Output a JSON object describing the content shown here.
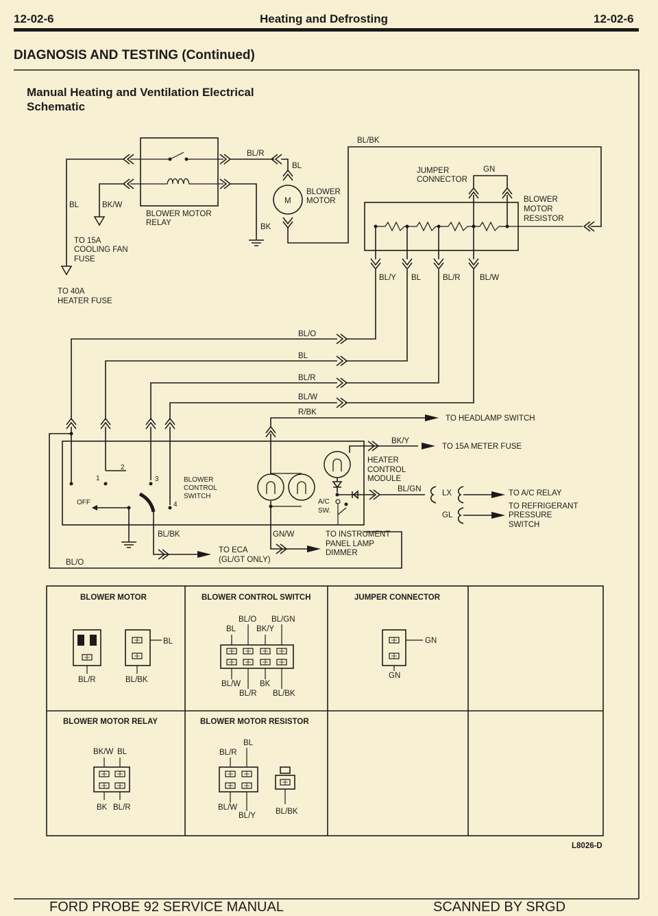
{
  "header": {
    "page_left": "12-02-6",
    "title": "Heating and Defrosting",
    "page_right": "12-02-6"
  },
  "section_title": "DIAGNOSIS AND TESTING (Continued)",
  "schematic": {
    "title": "Manual Heating and Ventilation Electrical Schematic",
    "labels": {
      "bl_r_top": "BL/R",
      "bl_bk_top": "BL/BK",
      "bl_motor": "BL",
      "bl_left": "BL",
      "bk_w": "BK/W",
      "relay": [
        "BLOWER MOTOR",
        "RELAY"
      ],
      "bk_ground": "BK",
      "motor_m": "M",
      "motor": [
        "BLOWER",
        "MOTOR"
      ],
      "jumper": [
        "JUMPER",
        "CONNECTOR"
      ],
      "gn": "GN",
      "resistor": [
        "BLOWER",
        "MOTOR",
        "RESISTOR"
      ],
      "fan_fuse": [
        "TO 15A",
        "COOLING FAN",
        "FUSE"
      ],
      "heater_fuse": [
        "TO 40A",
        "HEATER FUSE"
      ],
      "res_bl_y": "BL/Y",
      "res_bl": "BL",
      "res_bl_r": "BL/R",
      "res_bl_w": "BL/W",
      "bus_bl_o": "BL/O",
      "bus_bl": "BL",
      "bus_bl_r": "BL/R",
      "bus_bl_w": "BL/W",
      "r_bk": "R/BK",
      "headlamp": "TO HEADLAMP SWITCH",
      "bk_y": "BK/Y",
      "meter_fuse": "TO 15A METER FUSE",
      "hcm": [
        "HEATER",
        "CONTROL",
        "MODULE"
      ],
      "bl_gn": "BL/GN",
      "lx": "LX",
      "ac_relay": "TO A/C RELAY",
      "gl": "GL",
      "pressure": [
        "TO REFRIGERANT",
        "PRESSURE",
        "SWITCH"
      ],
      "ac_sw": [
        "A/C",
        "SW."
      ],
      "switch_name": [
        "BLOWER",
        "CONTROL",
        "SWITCH"
      ],
      "pos1": "1",
      "pos2": "2",
      "pos3": "3",
      "pos4": "4",
      "off": "OFF",
      "bl_bk_bottom": "BL/BK",
      "eca": [
        "TO ECA",
        "(GL/GT ONLY)"
      ],
      "gn_w": "GN/W",
      "dimmer": [
        "TO INSTRUMENT",
        "PANEL LAMP",
        "DIMMER"
      ],
      "bl_o_bottom": "BL/O"
    }
  },
  "connectors": {
    "blower_motor": {
      "title": "BLOWER MOTOR",
      "bl": "BL",
      "bl_r": "BL/R",
      "bl_bk": "BL/BK"
    },
    "blower_control_switch": {
      "title": "BLOWER CONTROL SWITCH",
      "top": [
        "BL/O",
        "BL/GN",
        "BL",
        "BK/Y"
      ],
      "bottom": [
        "BL/W",
        "BK",
        "BL/R",
        "BL/BK"
      ]
    },
    "jumper_connector": {
      "title": "JUMPER CONNECTOR",
      "gn_side": "GN",
      "gn_bottom": "GN"
    },
    "blower_motor_relay": {
      "title": "BLOWER MOTOR RELAY",
      "top": [
        "BK/W",
        "BL"
      ],
      "bottom": [
        "BK",
        "BL/R"
      ]
    },
    "blower_motor_resistor": {
      "title": "BLOWER MOTOR RESISTOR",
      "bl": "BL",
      "bl_r": "BL/R",
      "bl_w": "BL/W",
      "bl_y": "BL/Y",
      "bl_bk": "BL/BK"
    }
  },
  "figure_id": "L8026-D",
  "footer": {
    "left": "FORD PROBE 92 SERVICE MANUAL",
    "right": "SCANNED BY SRGD"
  }
}
